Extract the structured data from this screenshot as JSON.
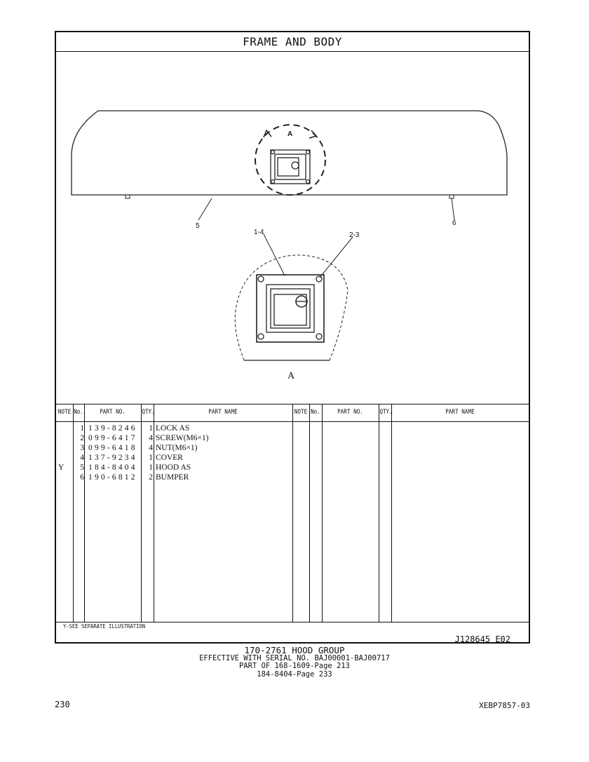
{
  "header": {
    "title": "FRAME AND BODY"
  },
  "illustration": {
    "view_letter_top": "A",
    "view_letter_bottom": "A",
    "callouts": [
      "5",
      "6",
      "1-4",
      "2-3"
    ]
  },
  "table": {
    "headers_left": {
      "note": "NOTE",
      "no": "No.",
      "part_no": "PART NO.",
      "qty": "QTY.",
      "part_name": "PART NAME"
    },
    "headers_right": {
      "note": "NOTE",
      "no": "No.",
      "part_no": "PART NO.",
      "qty": "QTY.",
      "part_name": "PART NAME"
    },
    "rows": [
      {
        "note": "",
        "no": "1",
        "part_no": "139-8246",
        "qty": "1",
        "name": "LOCK AS"
      },
      {
        "note": "",
        "no": "2",
        "part_no": "099-6417",
        "qty": "4",
        "name": "SCREW(M6×1)"
      },
      {
        "note": "",
        "no": "3",
        "part_no": "099-6418",
        "qty": "4",
        "name": "NUT(M6×1)"
      },
      {
        "note": "",
        "no": "4",
        "part_no": "137-9234",
        "qty": "1",
        "name": "COVER"
      },
      {
        "note": "Y",
        "no": "5",
        "part_no": "184-8404",
        "qty": "1",
        "name": "HOOD AS"
      },
      {
        "note": "",
        "no": "6",
        "part_no": "190-6812",
        "qty": "2",
        "name": "BUMPER"
      }
    ],
    "footnote": "Y-SEE SEPARATE ILLUSTRATION",
    "drawing_code": "J128645  E02"
  },
  "caption": {
    "line1": "170-2761 HOOD GROUP",
    "line2": "EFFECTIVE WITH SERIAL NO. BAJ00001-BAJ00717",
    "line3": "PART OF 168-1609-Page 213",
    "line4": "184-8404-Page 233"
  },
  "footer": {
    "page_number": "230",
    "doc_id": "XEBP7857-03"
  }
}
